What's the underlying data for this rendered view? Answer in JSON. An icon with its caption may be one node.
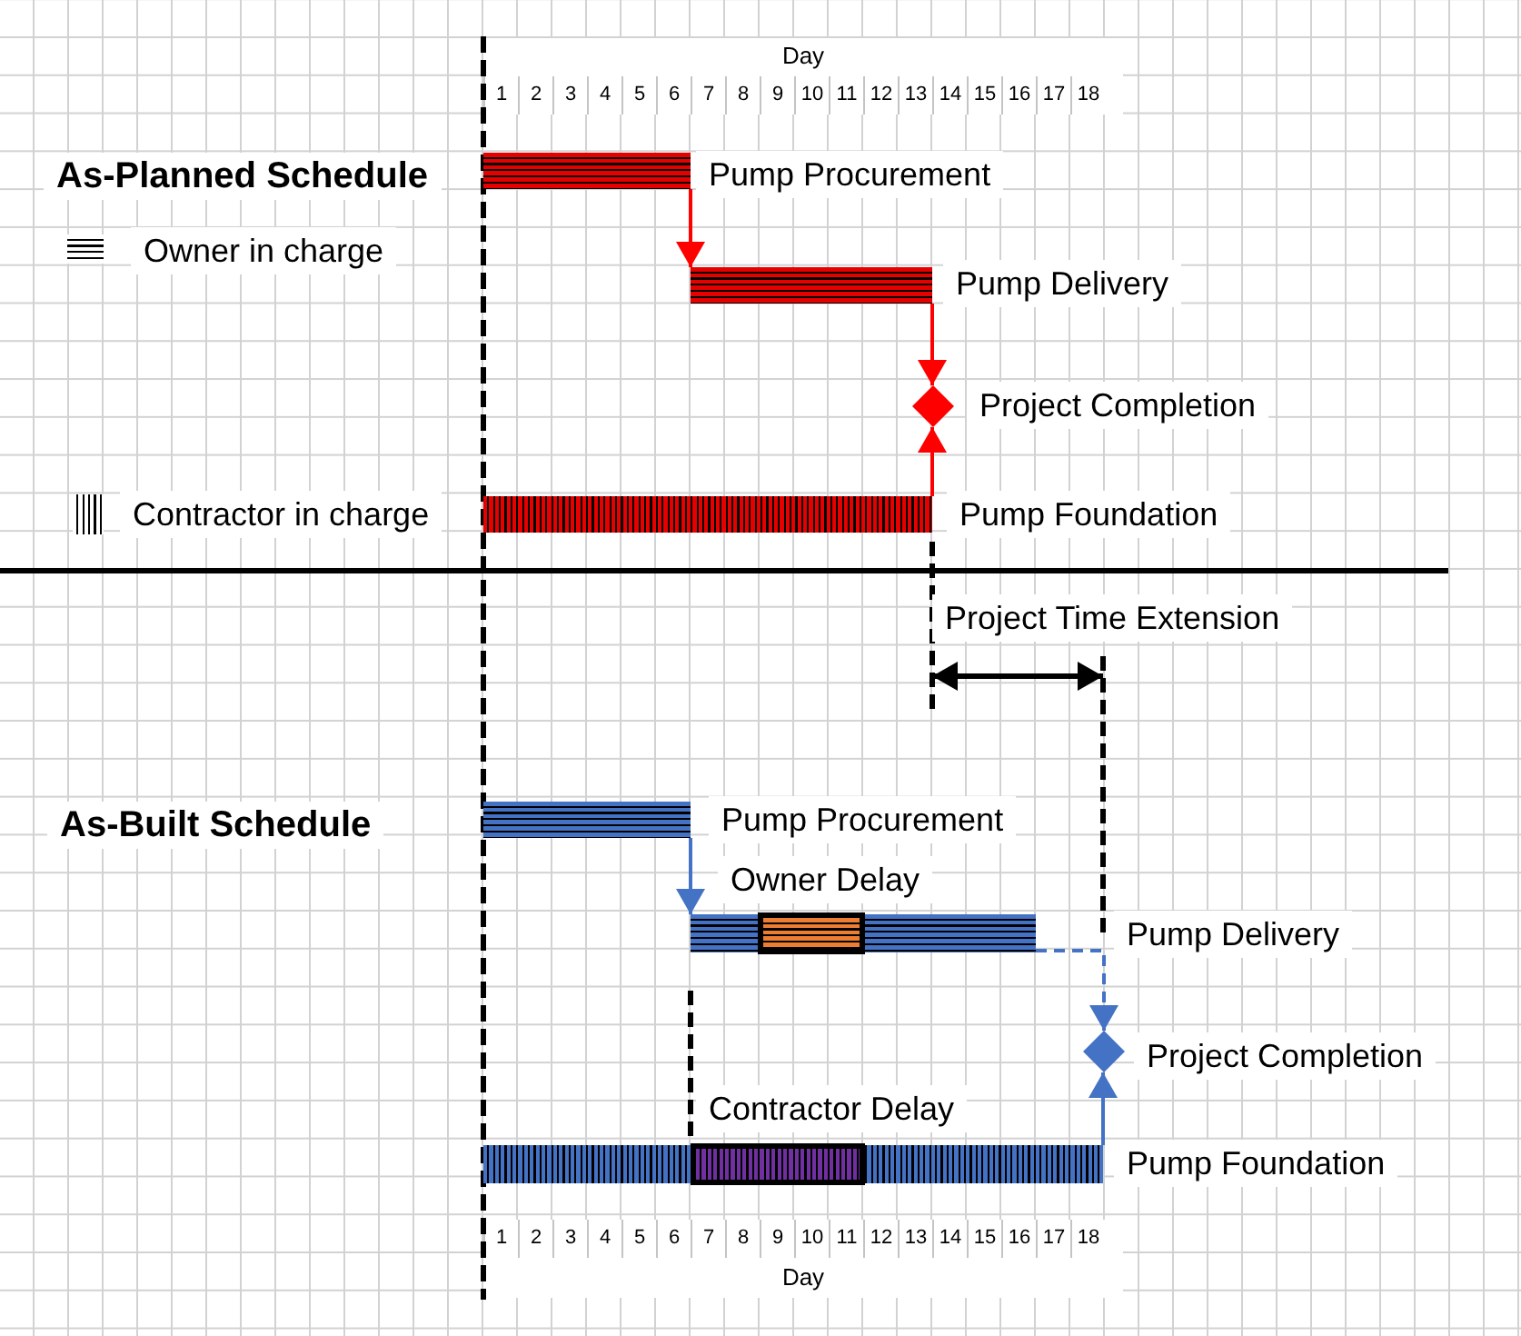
{
  "diagram": {
    "nodes": [
      {
        "text": [],
        "shape": "bar",
        "beside": [
          "Pump Procurement"
        ]
      },
      {
        "text": [],
        "shape": "bar",
        "beside": [
          "Pump Delivery"
        ]
      },
      {
        "text": [],
        "shape": "diamond",
        "beside": [
          "Project Completion"
        ]
      },
      {
        "text": [],
        "shape": "bar",
        "beside": [
          "Pump Foundation"
        ]
      },
      {
        "text": [],
        "shape": "bar",
        "beside": [
          "Pump Procurement"
        ]
      },
      {
        "text": [],
        "shape": "bar",
        "beside": [
          "Pump Delivery"
        ]
      },
      {
        "text": [],
        "shape": "bar",
        "beside": [
          "Owner Delay"
        ],
        "in": 5
      },
      {
        "text": [],
        "shape": "diamond",
        "beside": [
          "Project Completion"
        ]
      },
      {
        "text": [],
        "shape": "bar",
        "beside": [
          "Pump Foundation"
        ]
      },
      {
        "text": [],
        "shape": "bar",
        "beside": [
          "Contractor Delay"
        ],
        "in": 8
      }
    ],
    "edges": [
      {
        "from": 0,
        "to": 1,
        "arrow": "to",
        "color": "#ff0000"
      },
      {
        "from": 1,
        "to": 2,
        "arrow": "to",
        "color": "#ff0000"
      },
      {
        "from": 3,
        "to": 2,
        "arrow": "to",
        "color": "#ff0000"
      },
      {
        "from": 4,
        "to": 5,
        "arrow": "to",
        "color": "#4472c4"
      },
      {
        "from": 5,
        "to": 7,
        "arrow": "to",
        "style": "dashed",
        "color": "#4472c4"
      },
      {
        "from": 8,
        "to": 7,
        "arrow": "to",
        "color": "#4472c4"
      }
    ],
    "labels": [
      "Day",
      "1",
      "2",
      "3",
      "4",
      "5",
      "6",
      "7",
      "8",
      "9",
      "10",
      "11",
      "12",
      "13",
      "14",
      "15",
      "16",
      "17",
      "18",
      "As-Planned Schedule",
      "Project Time Extension",
      "As-Built Schedule",
      "1",
      "2",
      "3",
      "4",
      "5",
      "6",
      "7",
      "8",
      "9",
      "10",
      "11",
      "12",
      "13",
      "14",
      "15",
      "16",
      "17",
      "18",
      "Day"
    ],
    "legend": [
      {
        "text": "Owner in charge"
      },
      {
        "text": "Contractor in charge"
      }
    ]
  }
}
